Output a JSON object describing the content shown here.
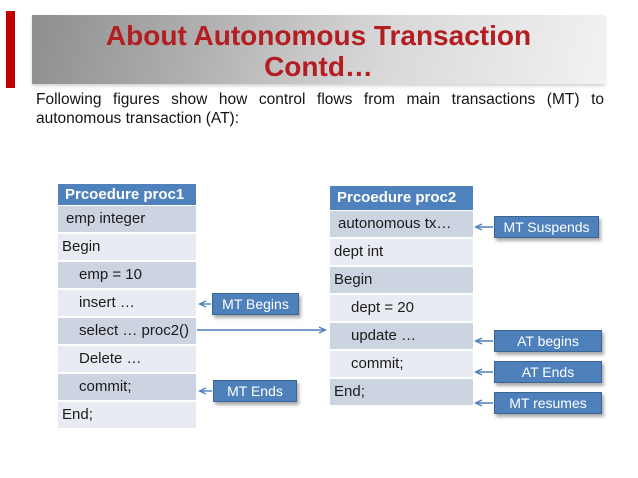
{
  "title": {
    "line1": "About Autonomous Transaction",
    "line2": "Contd…"
  },
  "intro": {
    "line1": "Following figures show how control flows from main transactions (MT) to",
    "line2": "autonomous transaction (AT):"
  },
  "tables": {
    "proc1": {
      "header": "Prcoedure proc1",
      "rows": [
        {
          "text": "emp integer"
        },
        {
          "text": "Begin"
        },
        {
          "text": "emp = 10"
        },
        {
          "text": "insert …"
        },
        {
          "text": "select … proc2()"
        },
        {
          "text": "Delete …"
        },
        {
          "text": "commit;"
        },
        {
          "text": "End;"
        }
      ]
    },
    "proc2": {
      "header": "Prcoedure proc2",
      "rows": [
        {
          "text": "autonomous tx…"
        },
        {
          "text": "dept int"
        },
        {
          "text": "Begin"
        },
        {
          "text": "dept = 20"
        },
        {
          "text": "update …"
        },
        {
          "text": "commit;"
        },
        {
          "text": "End;"
        }
      ]
    }
  },
  "callouts": {
    "mt_begins": {
      "label": "MT Begins"
    },
    "mt_ends": {
      "label": "MT Ends"
    },
    "mt_suspends": {
      "label": "MT Suspends"
    },
    "at_begins": {
      "label": "AT begins"
    },
    "at_ends": {
      "label": "AT Ends"
    },
    "mt_resumes": {
      "label": "MT resumes"
    }
  },
  "colors": {
    "title_red": "#b41d21",
    "accent_bar_red": "#c00000",
    "table_header_blue": "#4f81bd",
    "band_dark": "#ccd3e1",
    "band_light": "#e9ebf2",
    "callout_blue": "#4e80bc",
    "arrow_blue": "#4f7fba",
    "banner_gray_start": "#8e8e8e",
    "banner_gray_end": "#f2f2f2"
  }
}
